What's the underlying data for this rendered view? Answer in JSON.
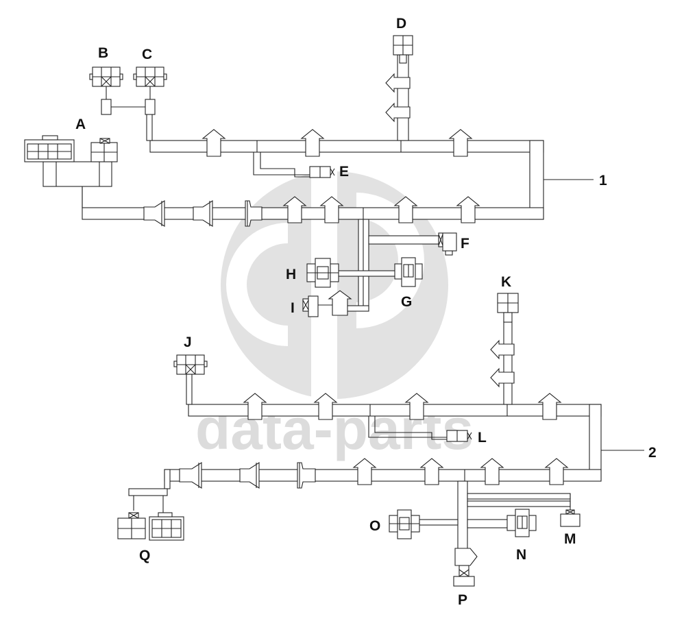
{
  "watermark": {
    "text": "data-parts",
    "color": "#dcdcdc"
  },
  "labels": {
    "A": "A",
    "B": "B",
    "C": "C",
    "D": "D",
    "E": "E",
    "F": "F",
    "G": "G",
    "H": "H",
    "I": "I",
    "J": "J",
    "K": "K",
    "L": "L",
    "M": "M",
    "N": "N",
    "O": "O",
    "P": "P",
    "Q": "Q"
  },
  "callouts": {
    "harness_1": "1",
    "harness_2": "2"
  },
  "colors": {
    "line": "#222222",
    "watermark": "#dcdcdc"
  }
}
